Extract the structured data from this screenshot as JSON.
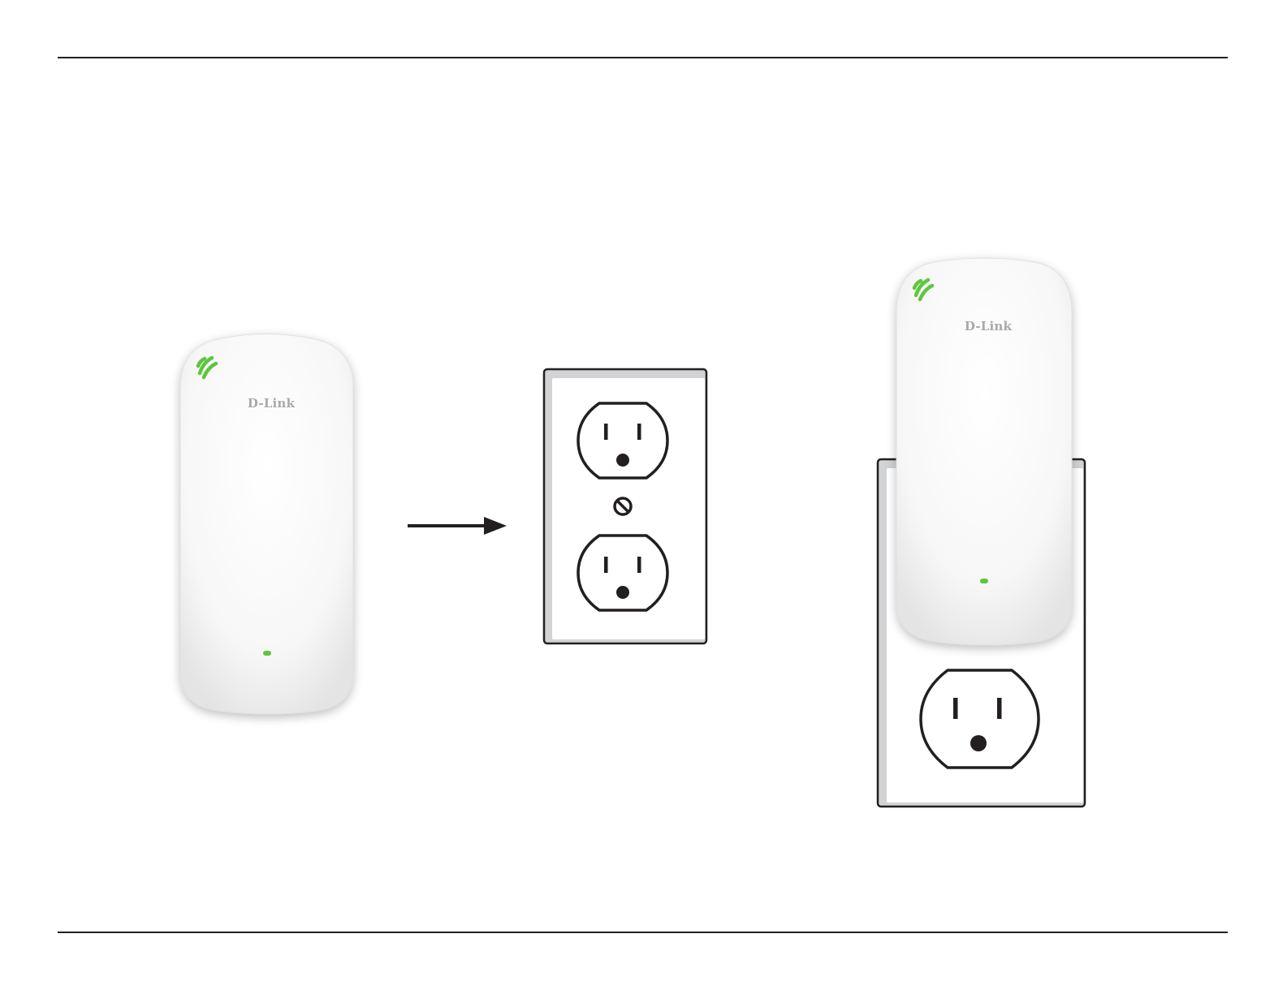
{
  "devices": [
    {
      "brand": "D-Link",
      "led_color": "#5ec63f",
      "state": "unplugged"
    },
    {
      "brand": "D-Link",
      "led_color": "#5ec63f",
      "state": "plugged-in"
    }
  ],
  "colors": {
    "rule": "#231f20",
    "outlet_stroke": "#231f20",
    "outlet_plate_shadow": "#d1d3d4",
    "device_body": "#ffffff",
    "led_green": "#5ec63f"
  },
  "icons": {
    "arrow": "right-arrow-icon",
    "screw": "screw-icon",
    "wifi_led": "wifi-signal-icon"
  }
}
